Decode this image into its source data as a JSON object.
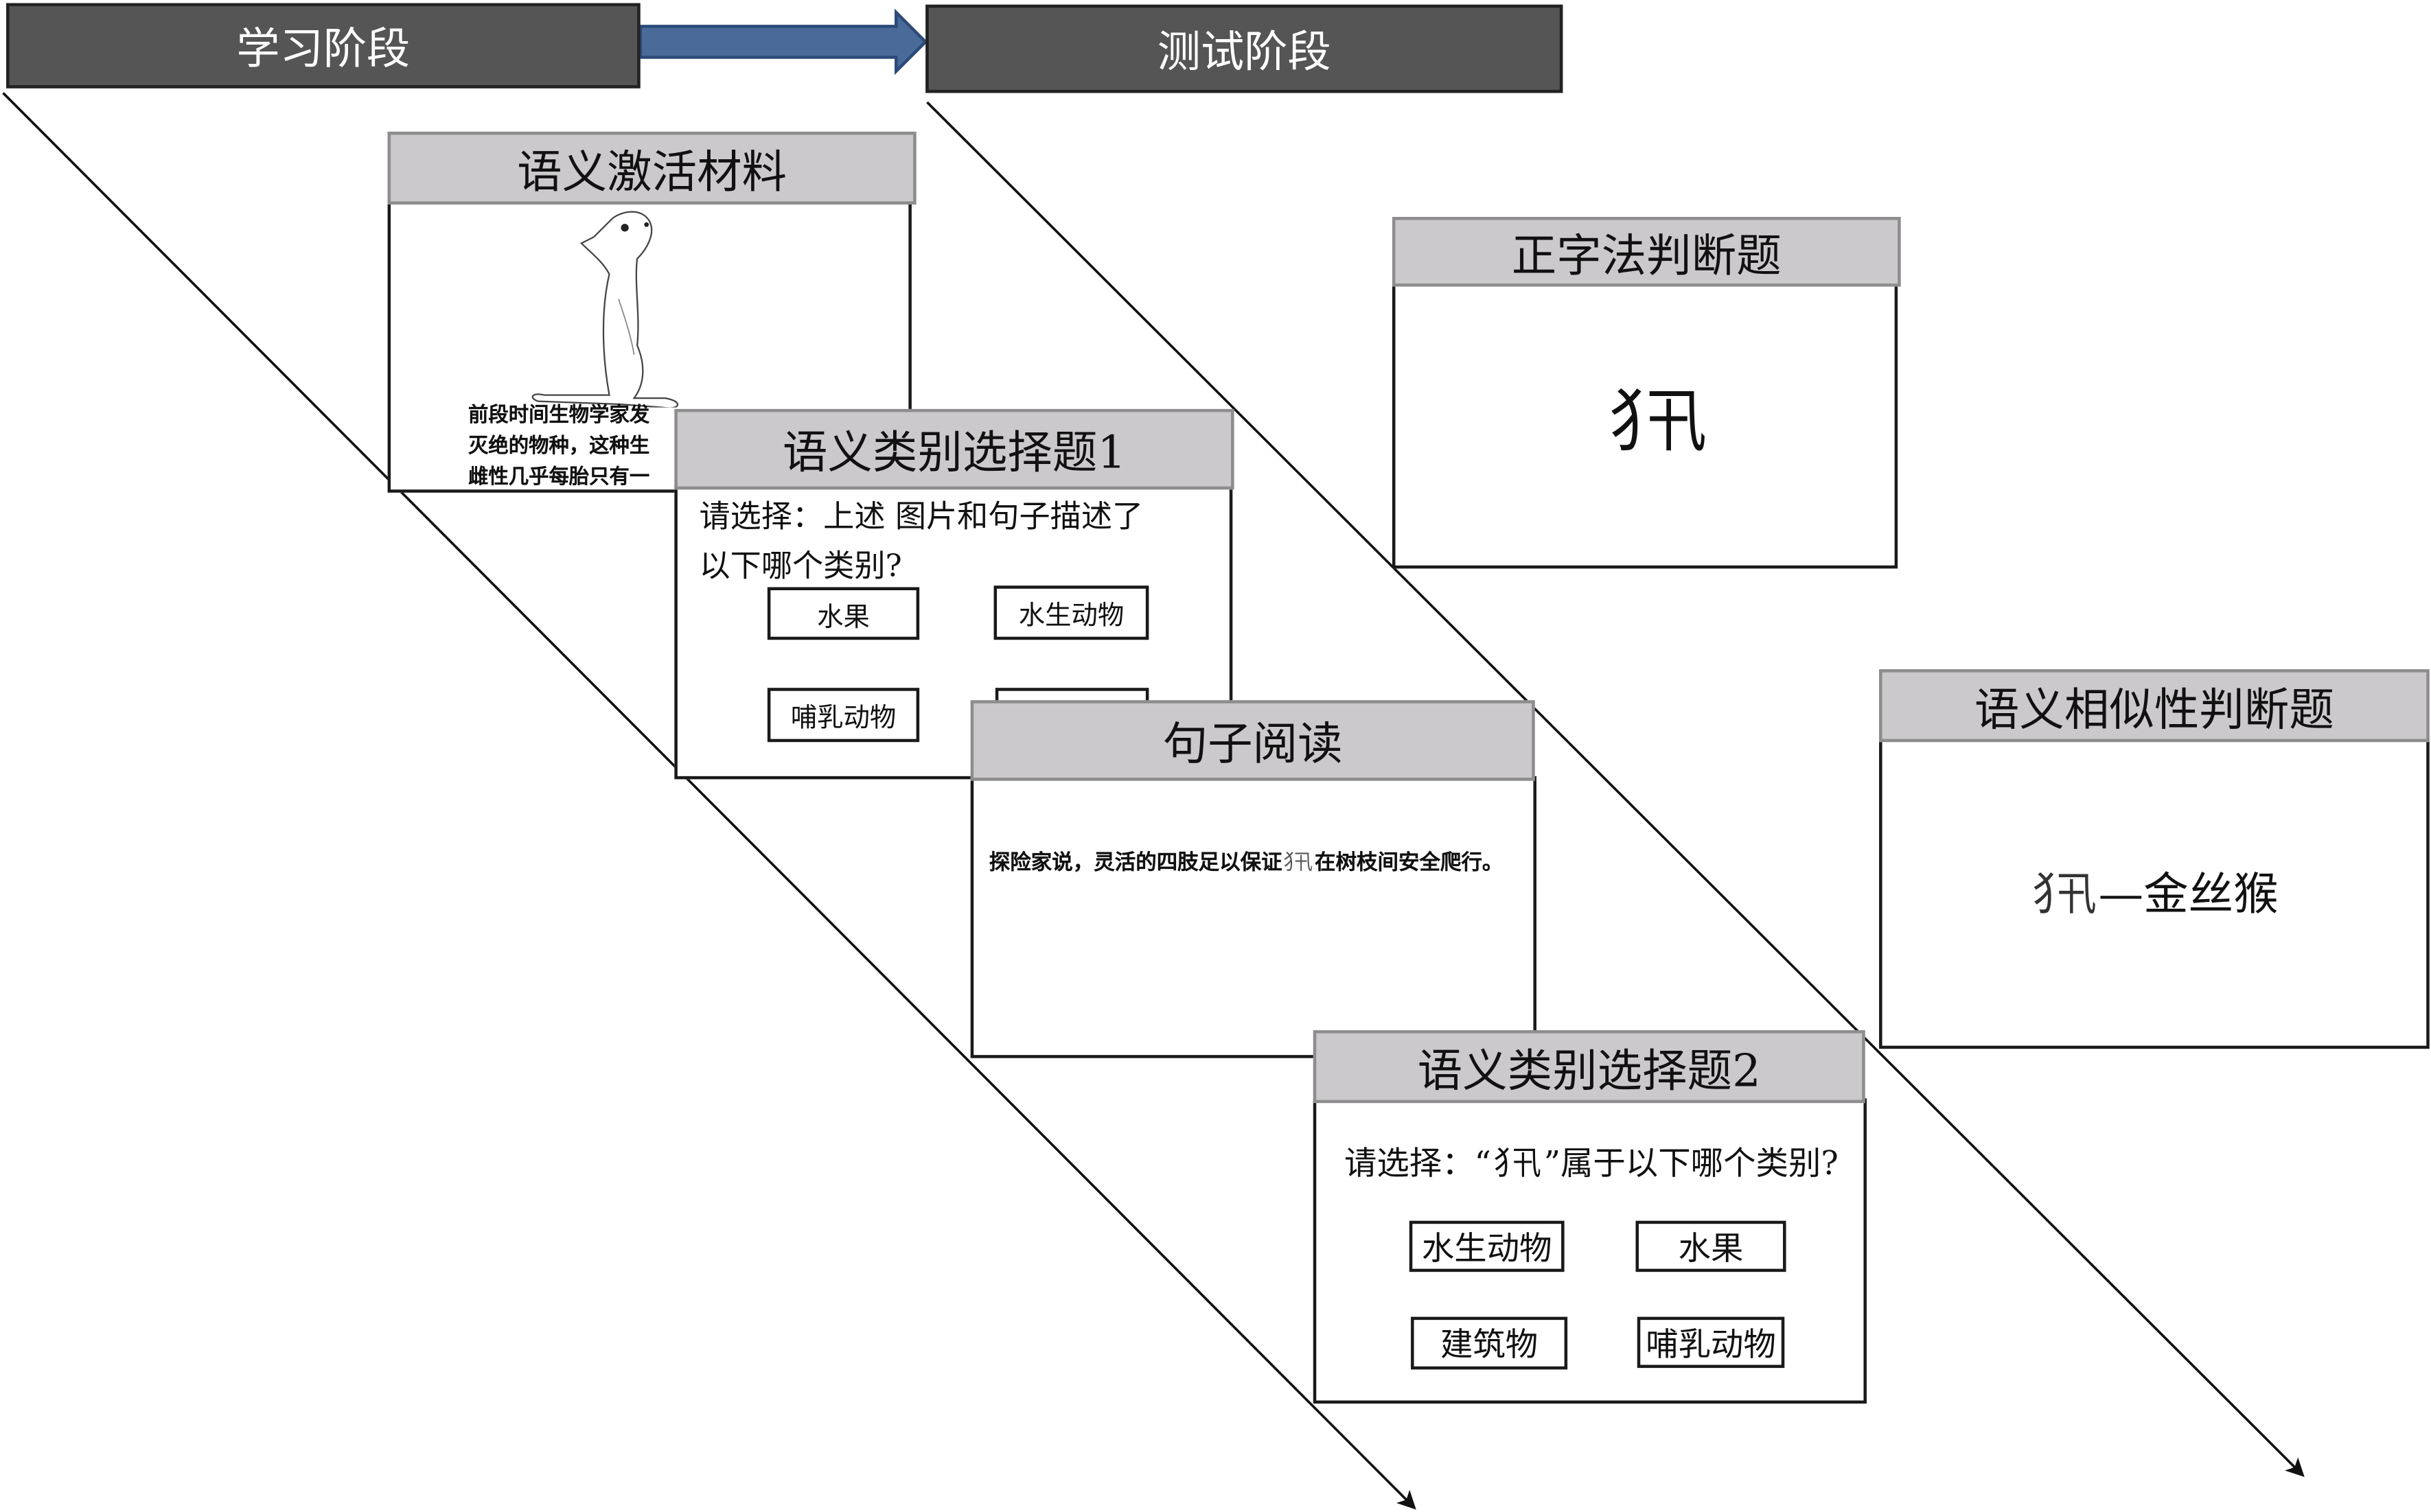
{
  "phases": {
    "learning": "学习阶段",
    "testing": "测试阶段"
  },
  "cards": {
    "activation": {
      "title": "语义激活材料",
      "text_lines": [
        "前段时间生物学家发",
        "灭绝的物种，这种生",
        "雌性几乎每胎只有一"
      ]
    },
    "category1": {
      "title": "语义类别选择题1",
      "question_line1": "请选择：上述 图片和句子描述了",
      "question_line2": "以下哪个类别?",
      "options": [
        "水果",
        "水生动物",
        "哺乳动物"
      ]
    },
    "sentence": {
      "title": "句子阅读",
      "before": "探险家说，灵活的四肢足以保证",
      "target": "犭卂",
      "after": "在树枝间安全爬行。"
    },
    "category2": {
      "title": "语义类别选择题2",
      "question_prefix": "请选择：“",
      "question_target": "犭卂",
      "question_suffix": "”属于以下哪个类别?",
      "options": [
        "水生动物",
        "水果",
        "建筑物",
        "哺乳动物"
      ]
    },
    "orthographic": {
      "title": "正字法判断题",
      "stimulus": "犭卂"
    },
    "similarity": {
      "title": "语义相似性判断题",
      "target": "犭卂",
      "dash": "—",
      "word": "金丝猴"
    }
  },
  "colors": {
    "phase_bg": "#565556",
    "title_bg": "#ccc9cc",
    "arrow": "#3a5a8c"
  }
}
